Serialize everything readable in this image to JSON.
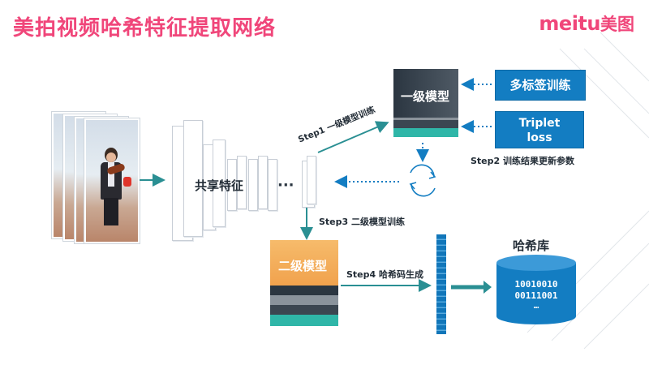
{
  "slide": {
    "title": "美拍视频哈希特征提取网络",
    "logo": {
      "latin": "meitu",
      "cn": "美图"
    }
  },
  "diagram": {
    "shared_features_label": "共享特征",
    "ellipsis": "···",
    "level1_model": "一级模型",
    "level2_model": "二级模型",
    "multilabel_training": "多标签训练",
    "triplet_loss": [
      "Triplet",
      "loss"
    ],
    "steps": {
      "step1": "Step1 一级模型训练",
      "step2": "Step2 训练结果更新参数",
      "step3": "Step3 二级模型训练",
      "step4": "Step4 哈希码生成"
    },
    "hash_library": {
      "label": "哈希库",
      "codes": [
        "10010010",
        "00111001",
        "…"
      ]
    }
  },
  "colors": {
    "title": "#f0467a",
    "primary_blue": "#137dc2",
    "teal_arrow": "#2a8f93",
    "orange": "#f4ab57",
    "teal": "#2fb6a8",
    "dark_navy": "#2b3641"
  }
}
